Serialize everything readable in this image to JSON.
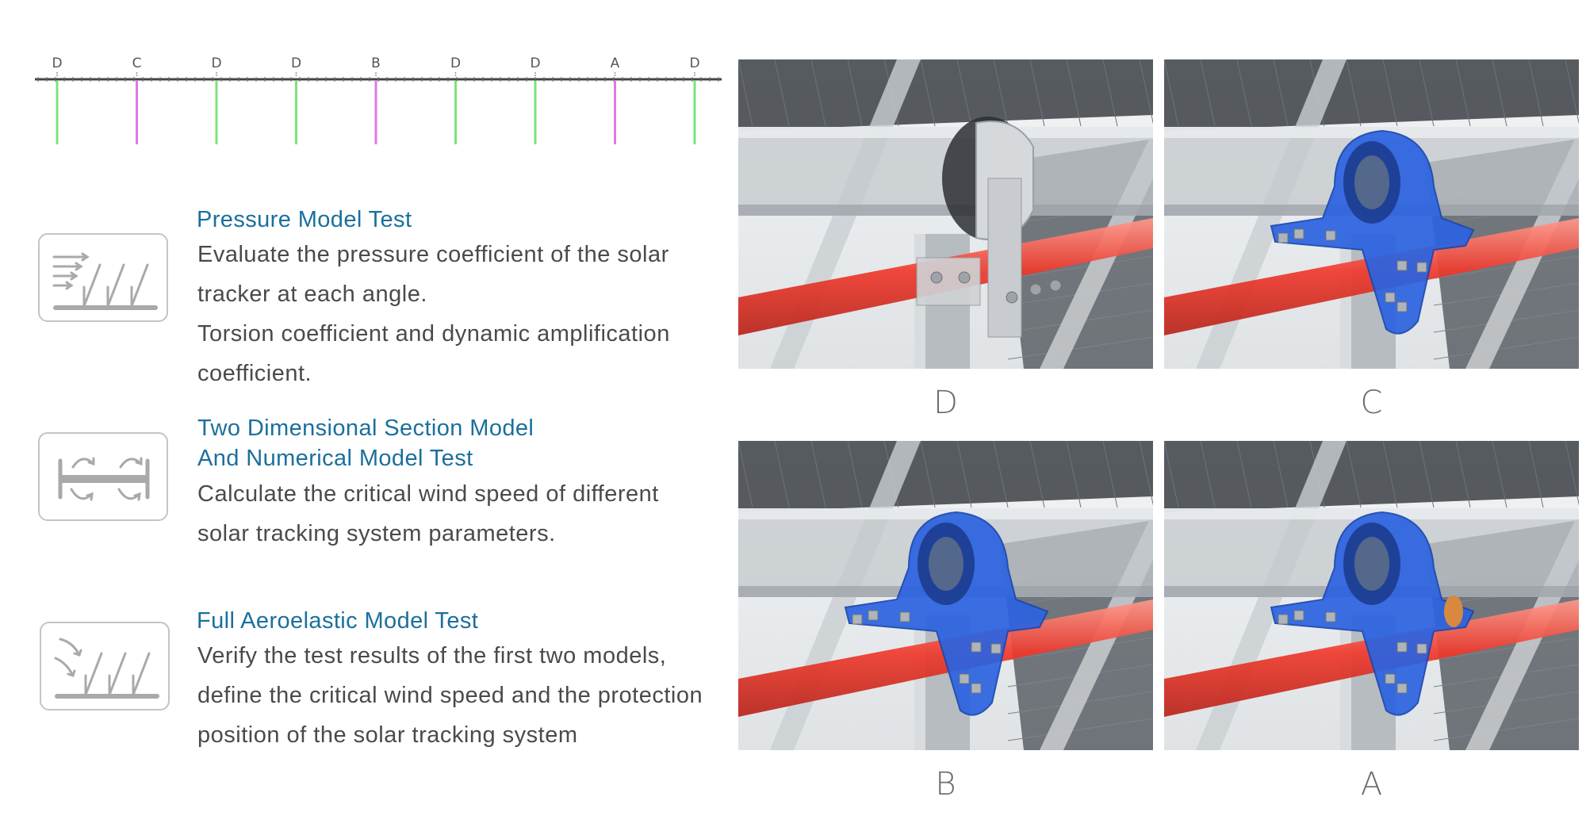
{
  "diagram": {
    "posts": [
      {
        "label": "D",
        "type": "D"
      },
      {
        "label": "C",
        "type": "C"
      },
      {
        "label": "D",
        "type": "D"
      },
      {
        "label": "D",
        "type": "D"
      },
      {
        "label": "B",
        "type": "B"
      },
      {
        "label": "D",
        "type": "D"
      },
      {
        "label": "D",
        "type": "D"
      },
      {
        "label": "A",
        "type": "A"
      },
      {
        "label": "D",
        "type": "D"
      }
    ],
    "colors": {
      "D": "#7be37b",
      "C": "#e07ae0",
      "B": "#e07ae0",
      "A": "#e07ae0",
      "beam": "#444444"
    }
  },
  "sections": [
    {
      "icon": "wind-pressure-icon",
      "title_lines": [
        "Pressure Model Test"
      ],
      "body_lines": [
        "Evaluate the pressure coefficient of the solar",
        "tracker at each angle.",
        "Torsion coefficient and dynamic amplification",
        "coefficient."
      ]
    },
    {
      "icon": "section-model-icon",
      "title_lines": [
        "Two Dimensional Section Model",
        "And Numerical Model Test"
      ],
      "body_lines": [
        "Calculate the critical wind speed of different",
        "solar tracking system parameters."
      ]
    },
    {
      "icon": "aeroelastic-icon",
      "title_lines": [
        "Full Aeroelastic Model Test"
      ],
      "body_lines": [
        "Verify the test results of the first two models,",
        "define the critical wind speed and the protection",
        "position of the solar tracking system"
      ]
    }
  ],
  "panels": [
    {
      "label": "D",
      "bearing": "clamp"
    },
    {
      "label": "C",
      "bearing": "blue"
    },
    {
      "label": "B",
      "bearing": "blue"
    },
    {
      "label": "A",
      "bearing": "blue-copper"
    }
  ],
  "colors": {
    "title": "#1b6f9c",
    "body": "#4a4a4a",
    "tube": "#ee3b2f",
    "bearing": "#2b63e0",
    "copper": "#d8893f"
  }
}
